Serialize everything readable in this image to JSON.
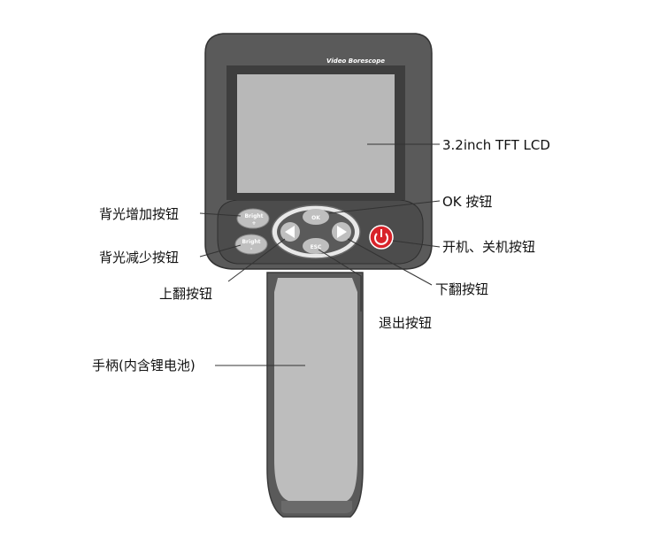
{
  "device": {
    "brand": "Video Borescope"
  },
  "buttons": {
    "bright_plus": "Bright",
    "bright_plus_sign": "+",
    "bright_minus": "Bright",
    "bright_minus_sign": "-",
    "ok": "OK",
    "esc": "ESC"
  },
  "labels": {
    "lcd": "3.2inch TFT LCD",
    "ok_button": "OK 按钮",
    "brightness_up": "背光增加按钮",
    "brightness_down": "背光减少按钮",
    "power": "开机、关机按钮",
    "page_up": "上翻按钮",
    "page_down": "下翻按钮",
    "exit": "退出按钮",
    "handle": "手柄(内含锂电池)"
  },
  "colors": {
    "body": "#5a5a5a",
    "body_dark": "#3f3f3f",
    "screen": "#b8b8b8",
    "handle": "#bdbdbd",
    "power": "#d8232a",
    "button": "#bfbfbf"
  }
}
